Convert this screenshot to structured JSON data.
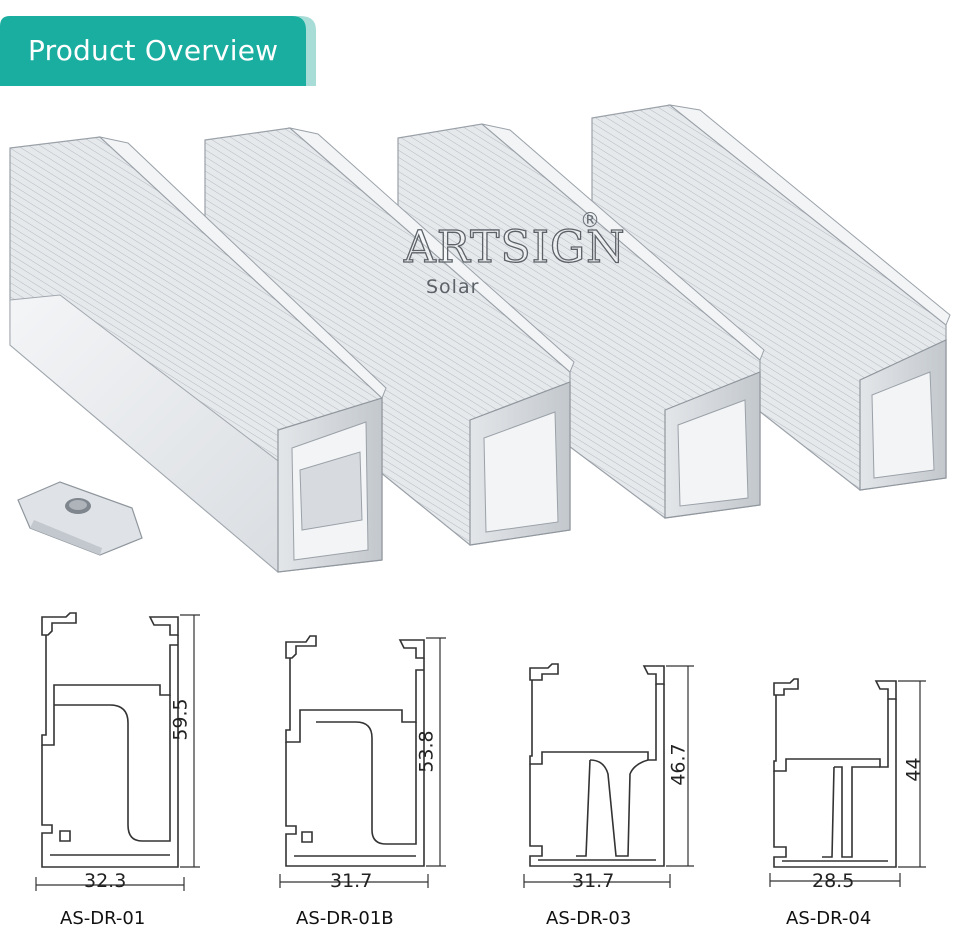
{
  "header": {
    "title": "Product Overview",
    "tab_color": "#1aaea0",
    "tab_shadow_color": "#a8ddd7"
  },
  "watermark": {
    "brand": "ARTSIGN",
    "sub": "Solar",
    "reg": "®"
  },
  "products": [
    {
      "model": "AS-DR-01",
      "width": "32.3",
      "height": "59.5"
    },
    {
      "model": "AS-DR-01B",
      "width": "31.7",
      "height": "53.8"
    },
    {
      "model": "AS-DR-03",
      "width": "31.7",
      "height": "46.7"
    },
    {
      "model": "AS-DR-04",
      "width": "28.5",
      "height": "44"
    }
  ],
  "colors": {
    "rail_light": "#eef0f2",
    "rail_mid": "#d6dade",
    "rail_dark": "#b9bfc5",
    "outline": "#8f969d",
    "profile_stroke": "#333333"
  }
}
